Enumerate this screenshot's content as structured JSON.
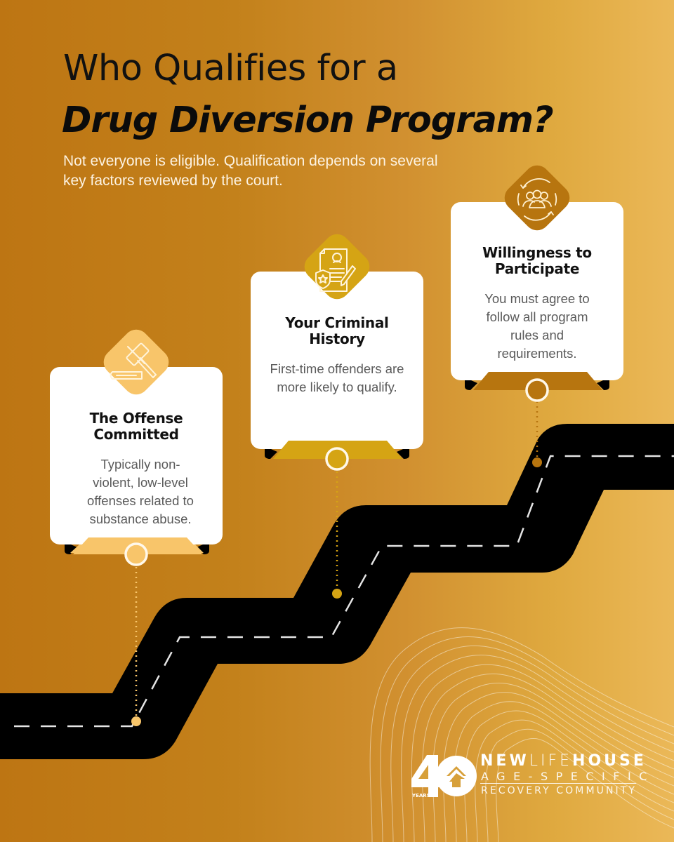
{
  "header": {
    "title_line1": "Who Qualifies for a",
    "title_line2": "Drug Diversion Program?",
    "subtitle": "Not everyone is eligible. Qualification depends on several key factors reviewed by the court."
  },
  "cards": [
    {
      "title": "The Offense Committed",
      "title_lines": [
        "The Offense",
        "Committed"
      ],
      "body": "Typically non-violent, low-level offenses related to substance abuse.",
      "icon": "gavel-icon",
      "accent": "#F8C56A"
    },
    {
      "title": "Your Criminal History",
      "title_lines": [
        "Your Criminal",
        "History"
      ],
      "body": "First-time offenders are more likely to qualify.",
      "icon": "criminal-record-icon",
      "accent": "#D5A414"
    },
    {
      "title": "Willingness to Participate",
      "title_lines": [
        "Willingness to",
        "Participate"
      ],
      "body": "You must agree to follow all program rules and requirements.",
      "icon": "group-cycle-icon",
      "accent": "#B7750F"
    }
  ],
  "logo": {
    "badge_number": "40",
    "badge_label": "YEARS",
    "name_bold1": "NEW",
    "name_light": "LIFE",
    "name_bold2": "HOUSE",
    "tagline1": "AGE-SPECIFIC",
    "tagline2": "RECOVERY COMMUNITY"
  },
  "colors": {
    "background_left": "#BD7513",
    "background_right": "#EBB858",
    "road": "#000000",
    "road_dash": "#E6E6E6",
    "card": "#FFFFFF",
    "title": "#111111",
    "subtitle": "#FDF3E2"
  }
}
